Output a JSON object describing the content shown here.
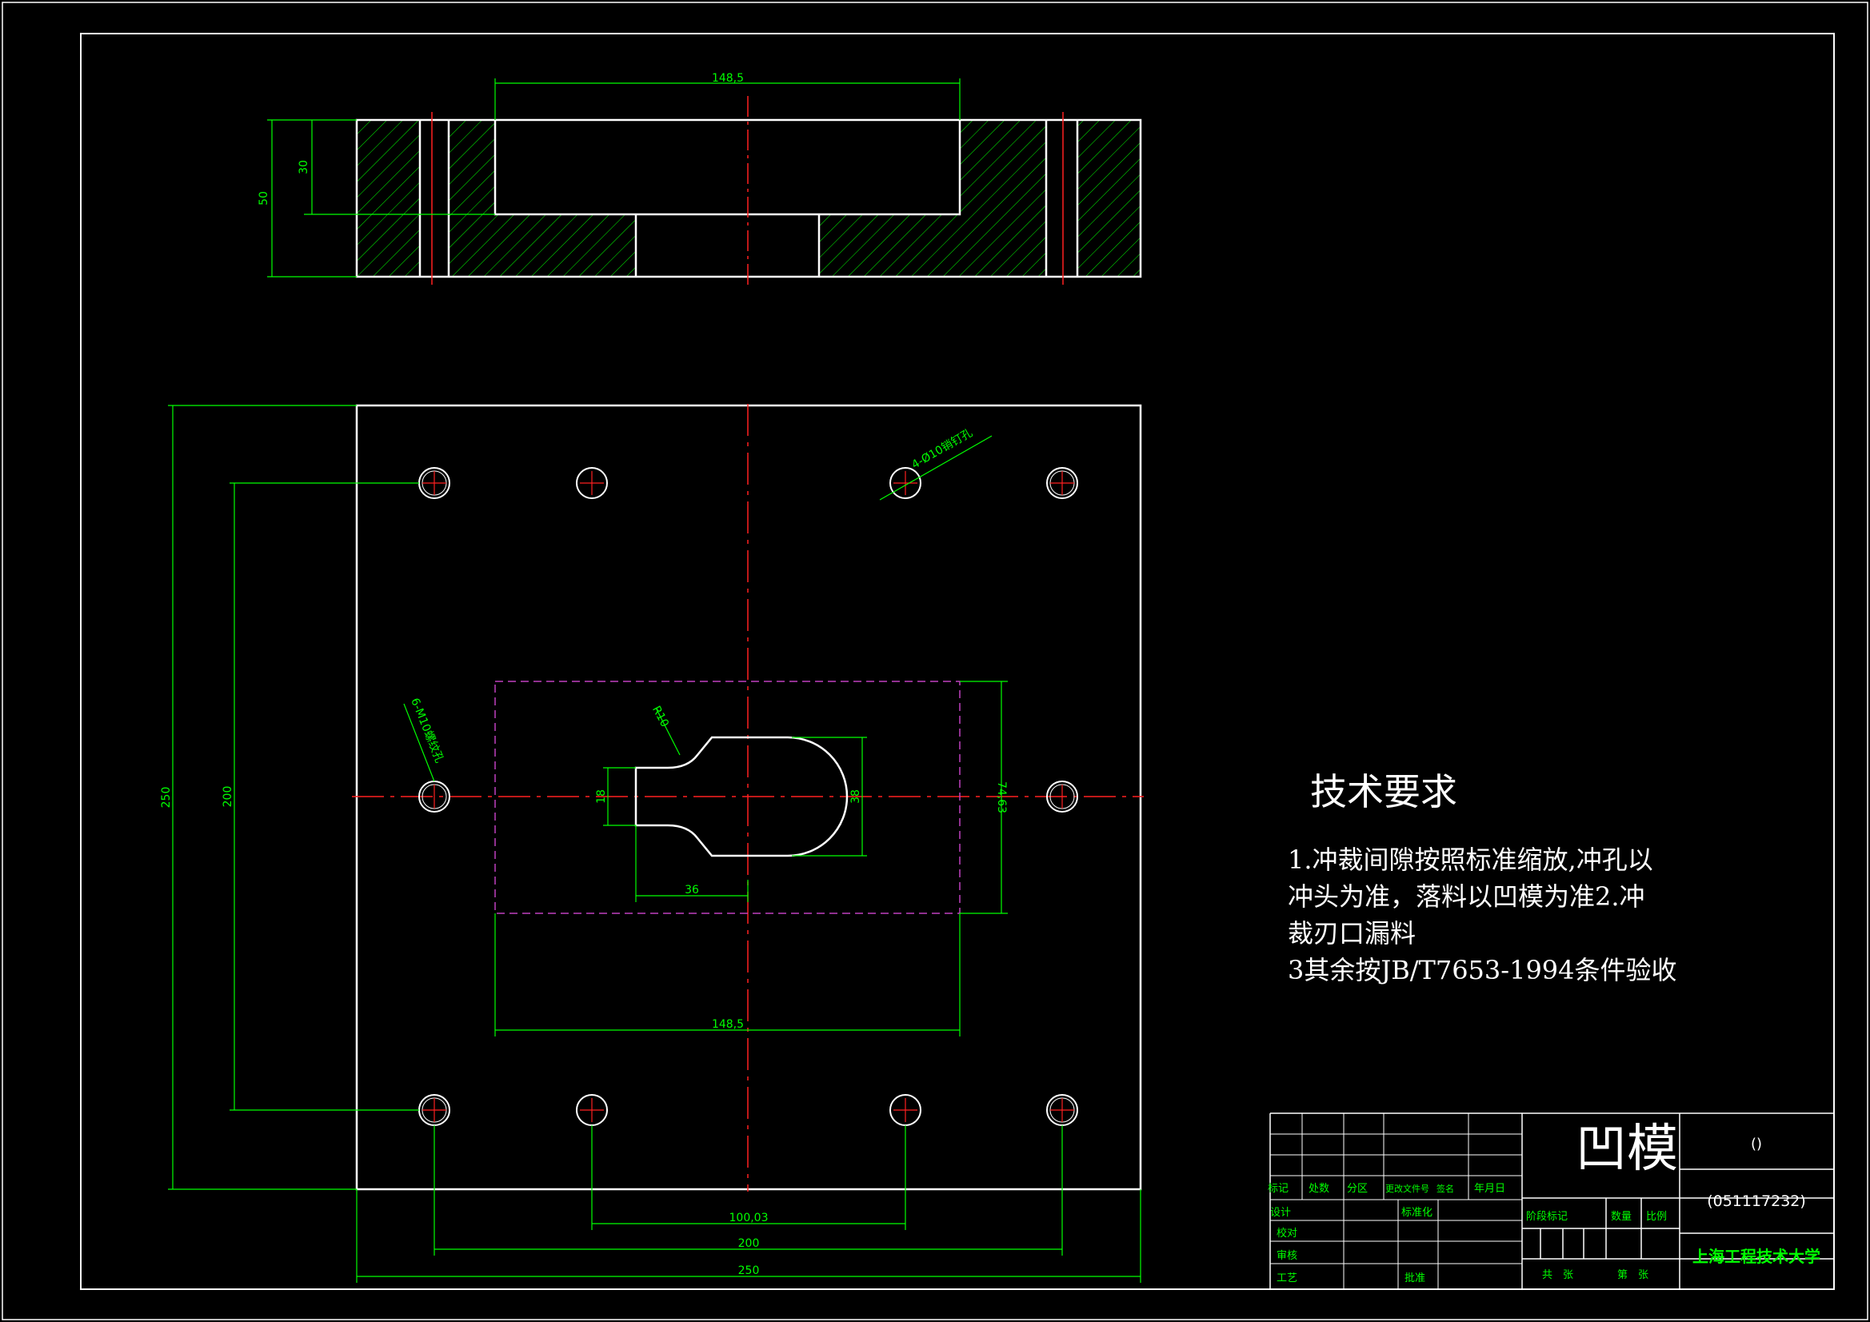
{
  "drawing": {
    "dimensions": {
      "top_width": "148,5",
      "top_depth": "30",
      "top_height": "50",
      "outer_height": "250",
      "hole_pitch_v": "200",
      "pocket_width": "148,5",
      "pocket_height": "74,63",
      "slot_width": "18",
      "slot_depth": "36",
      "cavity_height": "38",
      "radius": "R10",
      "bottom_inner": "100,03",
      "bottom_mid": "200",
      "bottom_outer": "250",
      "pin_note": "4-Ø10销钉孔",
      "screw_note": "6-M10螺纹孔"
    }
  },
  "tech": {
    "title": "技术要求",
    "lines": [
      "1.冲裁间隙按照标准缩放,冲孔以",
      "冲头为准，落料以凹模为准2.冲",
      "裁刃口漏料",
      "3其余按JB/T7653-1994条件验收"
    ]
  },
  "titleblock": {
    "part_name": "凹模",
    "code_top": "()",
    "code": "(051117232)",
    "school": "上海工程技术大学",
    "h_mark": "标记",
    "h_count": "处数",
    "h_zone": "分区",
    "h_doc": "更改文件号",
    "h_sign": "签名",
    "h_date": "年月日",
    "r_design": "设计",
    "r_std": "标准化",
    "r_check": "校对",
    "r_review": "审核",
    "r_process": "工艺",
    "r_approve": "批准",
    "stage": "阶段标记",
    "qty": "数量",
    "scale": "比例",
    "total": "共　张",
    "sheet": "第　张"
  }
}
